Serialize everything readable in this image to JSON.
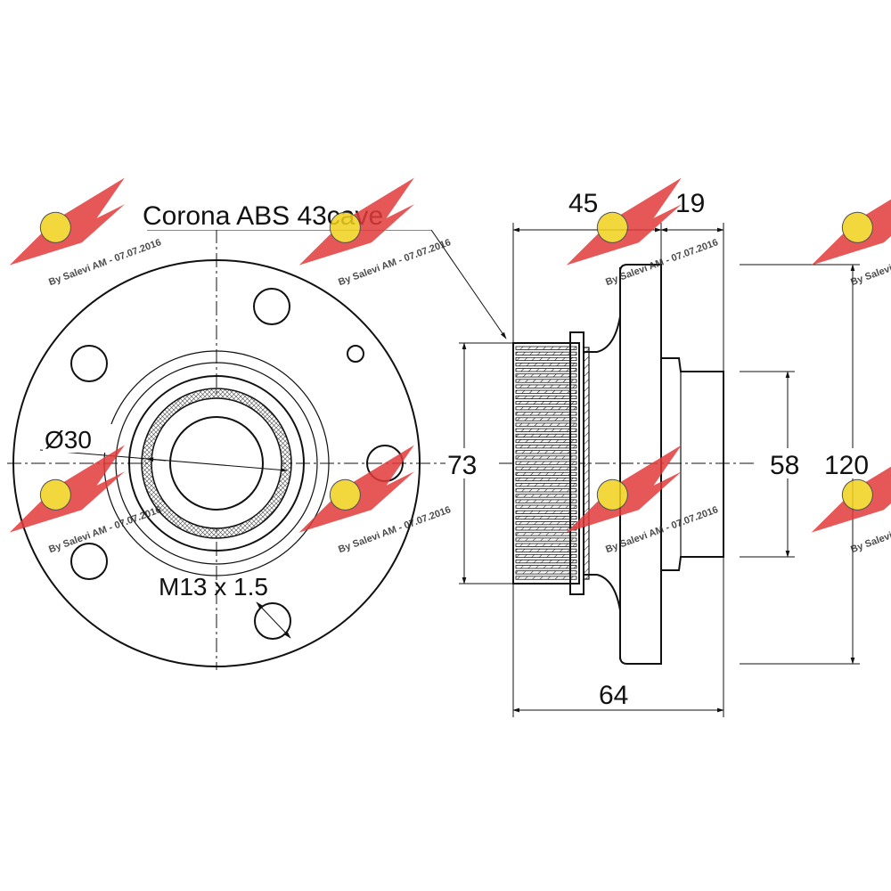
{
  "labels": {
    "abs_ring": "Corona ABS 43cave",
    "bore_diameter": "Ø30",
    "thread": "M13 x 1.5",
    "dim_ring_diameter": "73",
    "dim_pilot_diameter": "58",
    "dim_flange_diameter": "120",
    "dim_hub_length": "45",
    "dim_pilot_length": "19",
    "dim_total_length": "64"
  },
  "watermark": {
    "text": "By Salevi AM - 07.07.2016",
    "colors": {
      "wing": "#e23a3a",
      "badge": "#f2d21c"
    }
  }
}
